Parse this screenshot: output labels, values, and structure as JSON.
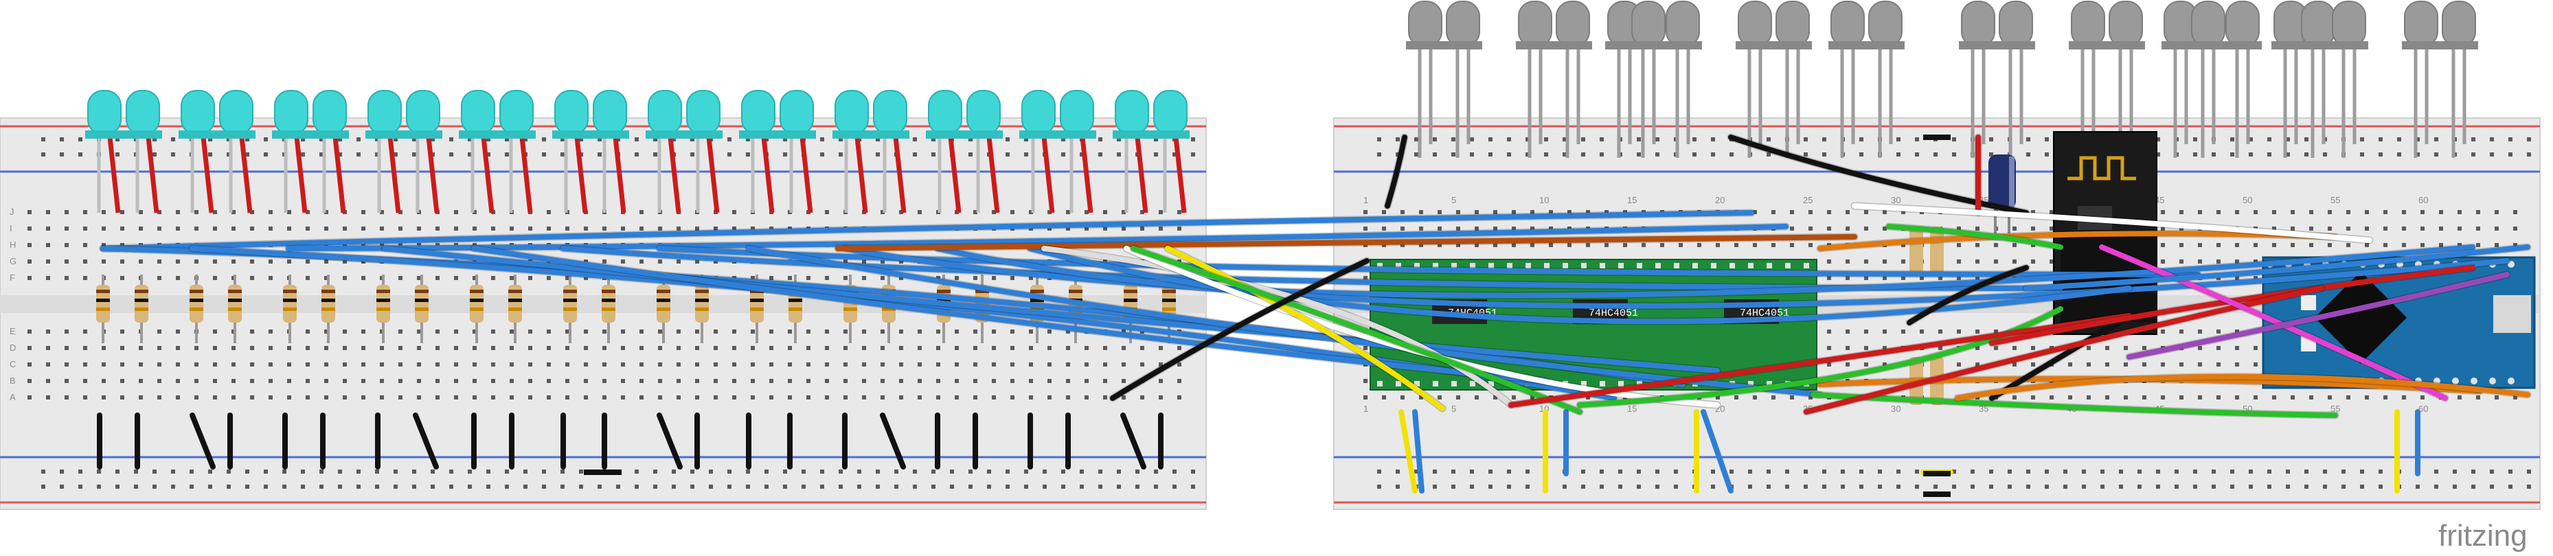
{
  "brand": "fritzing",
  "chips": [
    "74HC4051",
    "74HC4051",
    "74HC4051"
  ],
  "board_label": "A",
  "left_column_labels": [
    "A",
    "B",
    "C",
    "D",
    "E",
    "F",
    "G",
    "H",
    "I",
    "J"
  ],
  "right_column_numbers": [
    "1",
    "5",
    "10",
    "15",
    "20",
    "25",
    "30",
    "35",
    "40",
    "45",
    "50",
    "55",
    "60"
  ],
  "colors": {
    "breadboard": "#e9e9e9",
    "rail_red": "#e05555",
    "rail_blue": "#4b6fd6",
    "led_cyan": "#3fd6d6",
    "led_grey": "#9a9a9a",
    "mux_board": "#1f8a3a",
    "mcu_board": "#1b6fa8",
    "radio_module": "#1a1a1a"
  }
}
